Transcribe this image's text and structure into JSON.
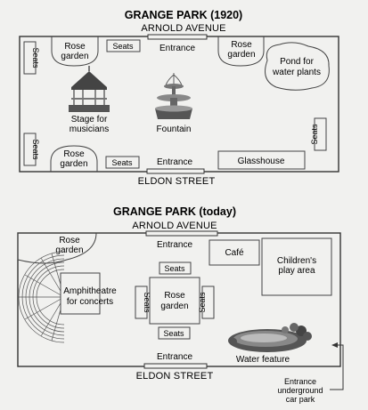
{
  "park_1920": {
    "title": "GRANGE PARK (1920)",
    "north_street": "ARNOLD AVENUE",
    "south_street": "ELDON STREET",
    "entrance_top": "Entrance",
    "entrance_bottom": "Entrance",
    "rose_tl": [
      "Rose",
      "garden"
    ],
    "rose_tr": [
      "Rose",
      "garden"
    ],
    "rose_bl": [
      "Rose",
      "garden"
    ],
    "seats_top": "Seats",
    "seats_bottom": "Seats",
    "seats_left_top": "Seats",
    "seats_left_bottom": "Seats",
    "seats_right": "Seats",
    "pond": [
      "Pond for",
      "water plants"
    ],
    "stage": [
      "Stage for",
      "musicians"
    ],
    "fountain": "Fountain",
    "glasshouse": "Glasshouse"
  },
  "park_today": {
    "title": "GRANGE PARK (today)",
    "north_street": "ARNOLD AVENUE",
    "south_street": "ELDON STREET",
    "entrance_top": "Entrance",
    "entrance_bottom": "Entrance",
    "rose_corner": [
      "Rose",
      "garden"
    ],
    "rose_center": [
      "Rose",
      "garden"
    ],
    "cafe": "Café",
    "play_area": [
      "Children's",
      "play area"
    ],
    "amphitheatre": [
      "Amphitheatre",
      "for concerts"
    ],
    "seats_top": "Seats",
    "seats_bottom": "Seats",
    "seats_left": "Seats",
    "seats_right": "Seats",
    "water_feature": "Water feature",
    "car_park_entrance": [
      "Entrance",
      "underground",
      "car park"
    ]
  },
  "colors": {
    "background": "#f1f1ef",
    "ink": "#222222"
  }
}
